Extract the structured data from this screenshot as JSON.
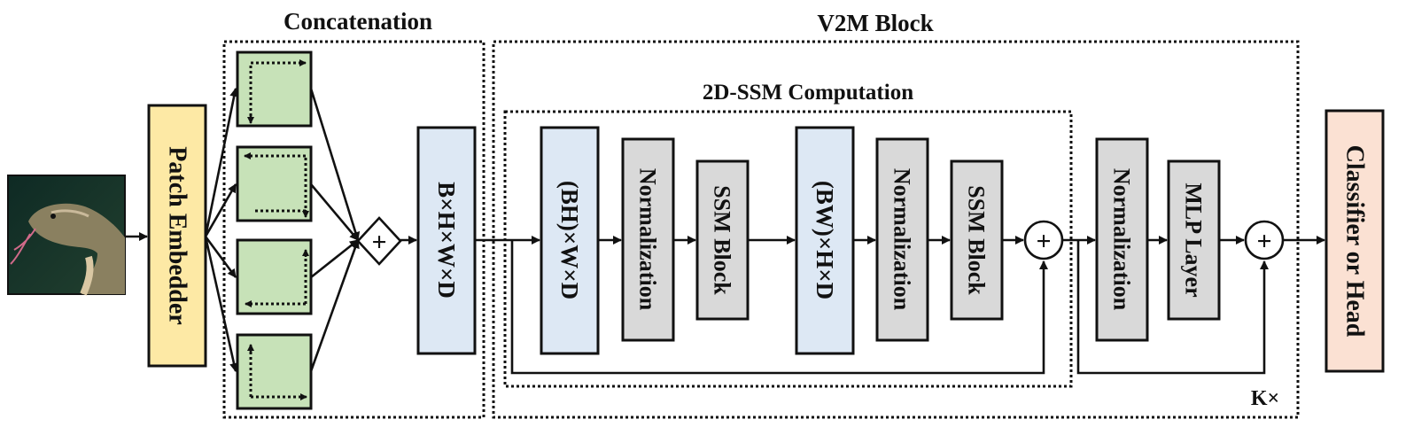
{
  "titles": {
    "concatenation": "Concatenation",
    "v2m_block": "V2M Block",
    "ssm_2d": "2D-SSM Computation",
    "repeat": "K×"
  },
  "input_image": {
    "description_icon": "cobra-photo-icon"
  },
  "blocks": {
    "patch_embedder": "Patch Embedder",
    "tensor_bhwd": "B×H×W×D",
    "tensor_bh_w_d": "(BH)×W×D",
    "norm1": "Normalization",
    "ssm1": "SSM Block",
    "tensor_bw_h_d": "(BW)×H×D",
    "norm2": "Normalization",
    "ssm2": "SSM Block",
    "norm3": "Normalization",
    "mlp": "MLP Layer",
    "head": "Classifier or Head"
  },
  "ops": {
    "concat_plus": "+",
    "add1": "+",
    "add2": "+"
  },
  "colors": {
    "patch_embedder": "#fde9a5",
    "tensor": "#dde8f4",
    "gray": "#d9d9d9",
    "green": "#c7e2b8",
    "head": "#fbe1d3"
  }
}
